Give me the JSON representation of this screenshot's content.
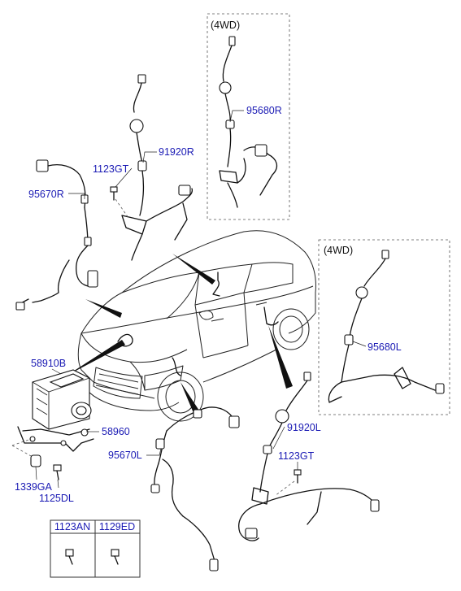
{
  "labels": {
    "wd4_top": "(4WD)",
    "wd4_right": "(4WD)",
    "p95680R": "95680R",
    "p91920R": "91920R",
    "p1123GT_top": "1123GT",
    "p95670R": "95670R",
    "p58910B": "58910B",
    "p58960": "58960",
    "p1339GA": "1339GA",
    "p1125DL": "1125DL",
    "p95680L": "95680L",
    "p91920L": "91920L",
    "p95670L": "95670L",
    "p1123GT_bottom": "1123GT"
  },
  "legend_table": {
    "headers": [
      "1123AN",
      "1129ED"
    ]
  },
  "colors": {
    "part_number": "#1a1ab4",
    "line": "#111111",
    "frame_dash": "#555555"
  }
}
